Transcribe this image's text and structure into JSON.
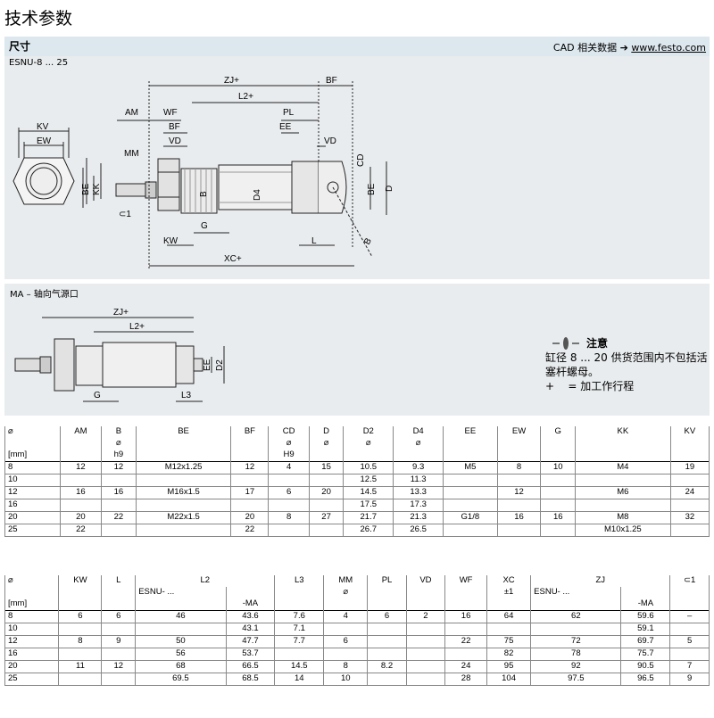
{
  "page_title": "技术参数",
  "section": {
    "title": "尺寸",
    "model": "ESNU-8 ... 25",
    "cad_text": "CAD 相关数据 ➔",
    "cad_link": "www.festo.com"
  },
  "drawing_labels": [
    "KV",
    "EW",
    "AM",
    "WF",
    "BF",
    "VD",
    "MM",
    "BE",
    "KK",
    "⊂1",
    "KW",
    "G",
    "B",
    "D4",
    "ZJ+",
    "L2+",
    "PL",
    "EE",
    "CD",
    "D",
    "L",
    "XC+"
  ],
  "ma": {
    "caption": "MA – 轴向气源口",
    "labels": [
      "ZJ+",
      "L2+",
      "EE",
      "D2",
      "G",
      "L3"
    ]
  },
  "note": {
    "title": "注意",
    "lines": [
      "缸径 8 ... 20 供货范围内不包括活塞杆螺母。"
    ],
    "plus": "+",
    "plus_text": "= 加工作行程"
  },
  "table1": {
    "headers": [
      "⌀",
      "AM",
      "B",
      "BE",
      "BF",
      "CD",
      "D",
      "D2",
      "D4",
      "EE",
      "EW",
      "G",
      "KK",
      "KV"
    ],
    "sub1": [
      "",
      "",
      "⌀",
      "",
      "",
      "⌀",
      "⌀",
      "⌀",
      "⌀",
      "",
      "",
      "",
      "",
      ""
    ],
    "sub2": [
      "[mm]",
      "",
      "h9",
      "",
      "",
      "H9",
      "",
      "",
      "",
      "",
      "",
      "",
      "",
      ""
    ],
    "rows": [
      [
        "8",
        "12",
        "12",
        "M12x1.25",
        "12",
        "4",
        "15",
        "10.5",
        "9.3",
        "M5",
        "8",
        "10",
        "M4",
        "19"
      ],
      [
        "10",
        "",
        "",
        "",
        "",
        "",
        "",
        "12.5",
        "11.3",
        "",
        "",
        "",
        "",
        ""
      ],
      [
        "12",
        "16",
        "16",
        "M16x1.5",
        "17",
        "6",
        "20",
        "14.5",
        "13.3",
        "",
        "12",
        "",
        "M6",
        "24"
      ],
      [
        "16",
        "",
        "",
        "",
        "",
        "",
        "",
        "17.5",
        "17.3",
        "",
        "",
        "",
        "",
        ""
      ],
      [
        "20",
        "20",
        "22",
        "M22x1.5",
        "20",
        "8",
        "27",
        "21.7",
        "21.3",
        "G1/8",
        "16",
        "16",
        "M8",
        "32"
      ],
      [
        "25",
        "22",
        "",
        "",
        "22",
        "",
        "",
        "26.7",
        "26.5",
        "",
        "",
        "",
        "M10x1.25",
        ""
      ]
    ]
  },
  "table2": {
    "headers": [
      "⌀",
      "KW",
      "L",
      "L2",
      "L3",
      "MM",
      "PL",
      "VD",
      "WF",
      "XC",
      "ZJ",
      "⊂1"
    ],
    "sub_esnu": "ESNU- ...",
    "sub_ma": "-MA",
    "sub_mm": "⌀",
    "sub_xc": "±1",
    "sub_unit": "[mm]",
    "rows": [
      [
        "8",
        "6",
        "6",
        "46",
        "43.6",
        "7.6",
        "4",
        "6",
        "2",
        "16",
        "64",
        "62",
        "59.6",
        "–"
      ],
      [
        "10",
        "",
        "",
        "",
        "43.1",
        "7.1",
        "",
        "",
        "",
        "",
        "",
        "",
        "59.1",
        ""
      ],
      [
        "12",
        "8",
        "9",
        "50",
        "47.7",
        "7.7",
        "6",
        "",
        "",
        "22",
        "75",
        "72",
        "69.7",
        "5"
      ],
      [
        "16",
        "",
        "",
        "56",
        "53.7",
        "",
        "",
        "",
        "",
        "",
        "82",
        "78",
        "75.7",
        ""
      ],
      [
        "20",
        "11",
        "12",
        "68",
        "66.5",
        "14.5",
        "8",
        "8.2",
        "",
        "24",
        "95",
        "92",
        "90.5",
        "7"
      ],
      [
        "25",
        "",
        "",
        "69.5",
        "68.5",
        "14",
        "10",
        "",
        "",
        "28",
        "104",
        "97.5",
        "96.5",
        "9"
      ]
    ]
  }
}
